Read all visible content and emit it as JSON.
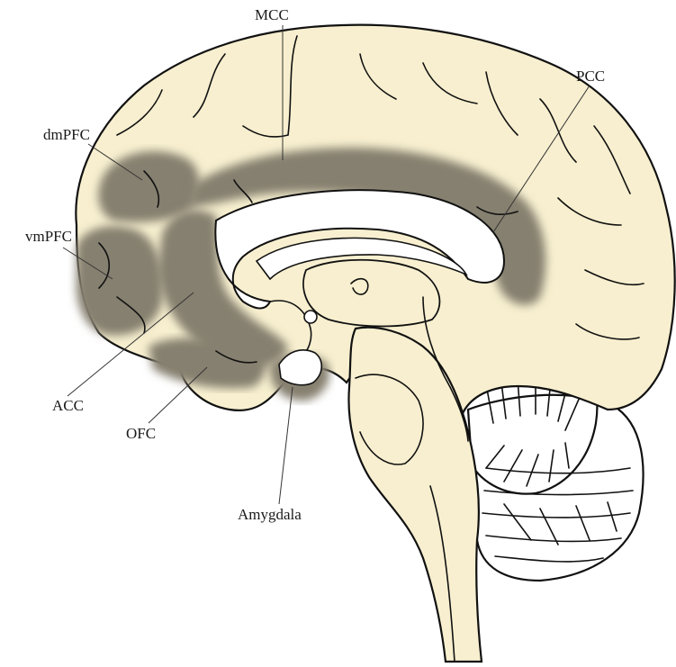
{
  "colors": {
    "cortex_fill": "#f7efcf",
    "region_fill": "#86806f",
    "outline": "#111111",
    "background": "#ffffff"
  },
  "labels": {
    "mcc": "MCC",
    "pcc": "PCC",
    "dmpfc": "dmPFC",
    "vmpfc": "vmPFC",
    "acc": "ACC",
    "ofc": "OFC",
    "amygdala": "Amygdala"
  }
}
